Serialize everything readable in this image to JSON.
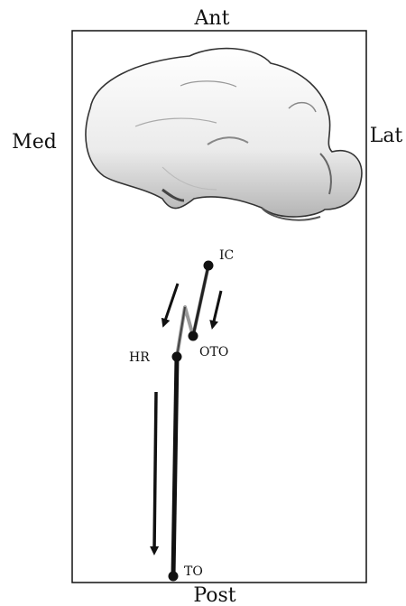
{
  "orientation": {
    "anterior": "Ant",
    "posterior": "Post",
    "medial": "Med",
    "lateral": "Lat"
  },
  "events": {
    "ic": "IC",
    "oto": "OTO",
    "hr": "HR",
    "to": "TO"
  },
  "colors": {
    "ink": "#111111",
    "bone_fill": "#f4f4f4",
    "bone_shade": "#8a8a8a"
  }
}
